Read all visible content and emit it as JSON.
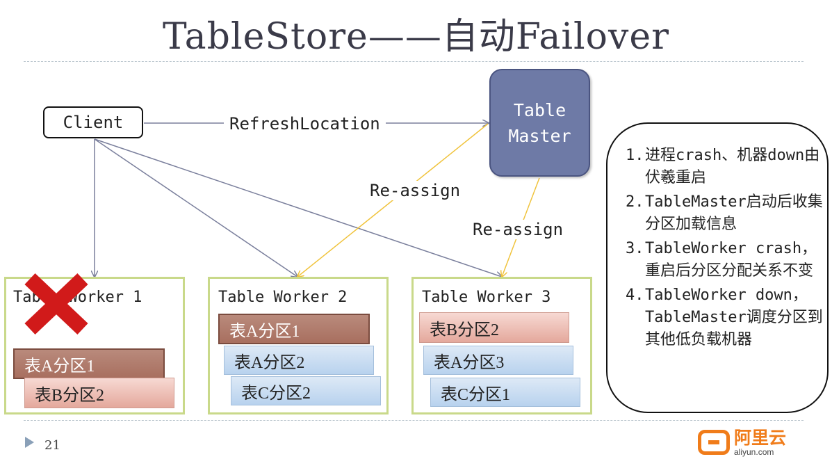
{
  "title": "TableStore——自动Failover",
  "client_label": "Client",
  "refresh_label": "RefreshLocation",
  "master": {
    "line1": "Table",
    "line2": "Master"
  },
  "reassign_1": "Re-assign",
  "reassign_2": "Re-assign",
  "workers": [
    {
      "title": "Table Worker 1",
      "partitions": [
        "表A分区1",
        "表B分区2"
      ],
      "failed": true
    },
    {
      "title": "Table Worker 2",
      "partitions": [
        "表A分区1",
        "表A分区2",
        "表C分区2"
      ]
    },
    {
      "title": "Table Worker 3",
      "partitions": [
        "表B分区2",
        "表A分区3",
        "表C分区1"
      ]
    }
  ],
  "notes": [
    {
      "num": "1.",
      "text": "进程crash、机器down由伏羲重启"
    },
    {
      "num": "2.",
      "text": "TableMaster启动后收集分区加载信息"
    },
    {
      "num": "3.",
      "text": "TableWorker crash，重启后分区分配关系不变"
    },
    {
      "num": "4.",
      "text": "TableWorker down，TableMaster调度分区到其他低负载机器"
    }
  ],
  "page_number": "21",
  "logo": {
    "brand": "阿里云",
    "domain": "aliyun.com"
  },
  "colors": {
    "arrow_gray": "#7a7f9c",
    "arrow_yellow": "#f0c33c",
    "fail_red": "#d11a1a",
    "worker_border": "#c9d98a"
  }
}
